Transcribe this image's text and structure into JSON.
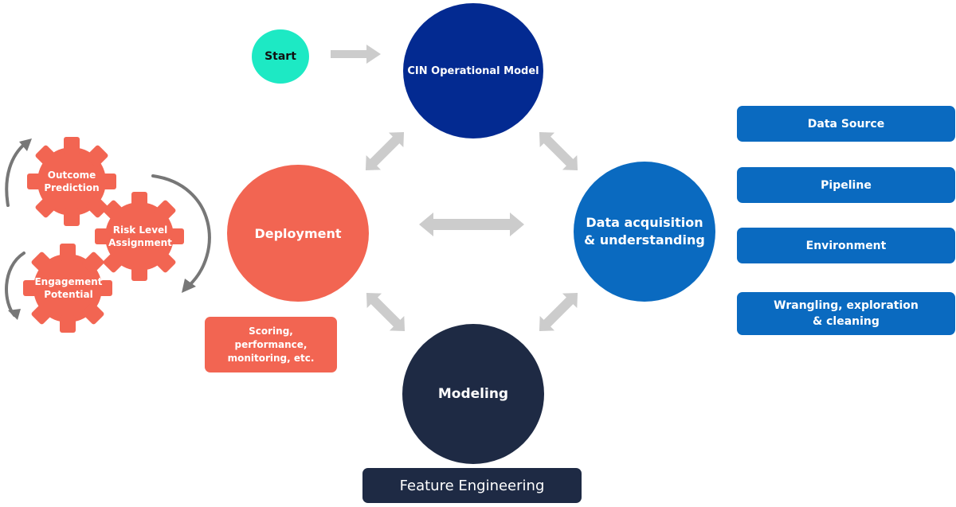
{
  "colors": {
    "start": "#1de9c4",
    "cin": "#032a91",
    "acquisition": "#0a6ac0",
    "deployment": "#f26552",
    "modeling": "#1e2a44",
    "arrow": "#cccccc",
    "side_box": "#0a6ac0",
    "gear": "#f26552",
    "curve_arrow": "#777777"
  },
  "nodes": {
    "start": "Start",
    "cin_model": "CIN Operational Model",
    "data_acquisition": "Data acquisition & understanding",
    "deployment": "Deployment",
    "modeling": "Modeling"
  },
  "deployment_box": "Scoring, performance, monitoring, etc.",
  "feature_engineering": "Feature Engineering",
  "data_panel": [
    {
      "label": "Data Source"
    },
    {
      "label": "Pipeline"
    },
    {
      "label": "Environment"
    },
    {
      "label": "Wrangling, exploration & cleaning"
    }
  ],
  "gears": [
    {
      "label": "Outcome Prediction"
    },
    {
      "label": "Risk Level Assignment"
    },
    {
      "label": "Engagement Potential"
    }
  ]
}
